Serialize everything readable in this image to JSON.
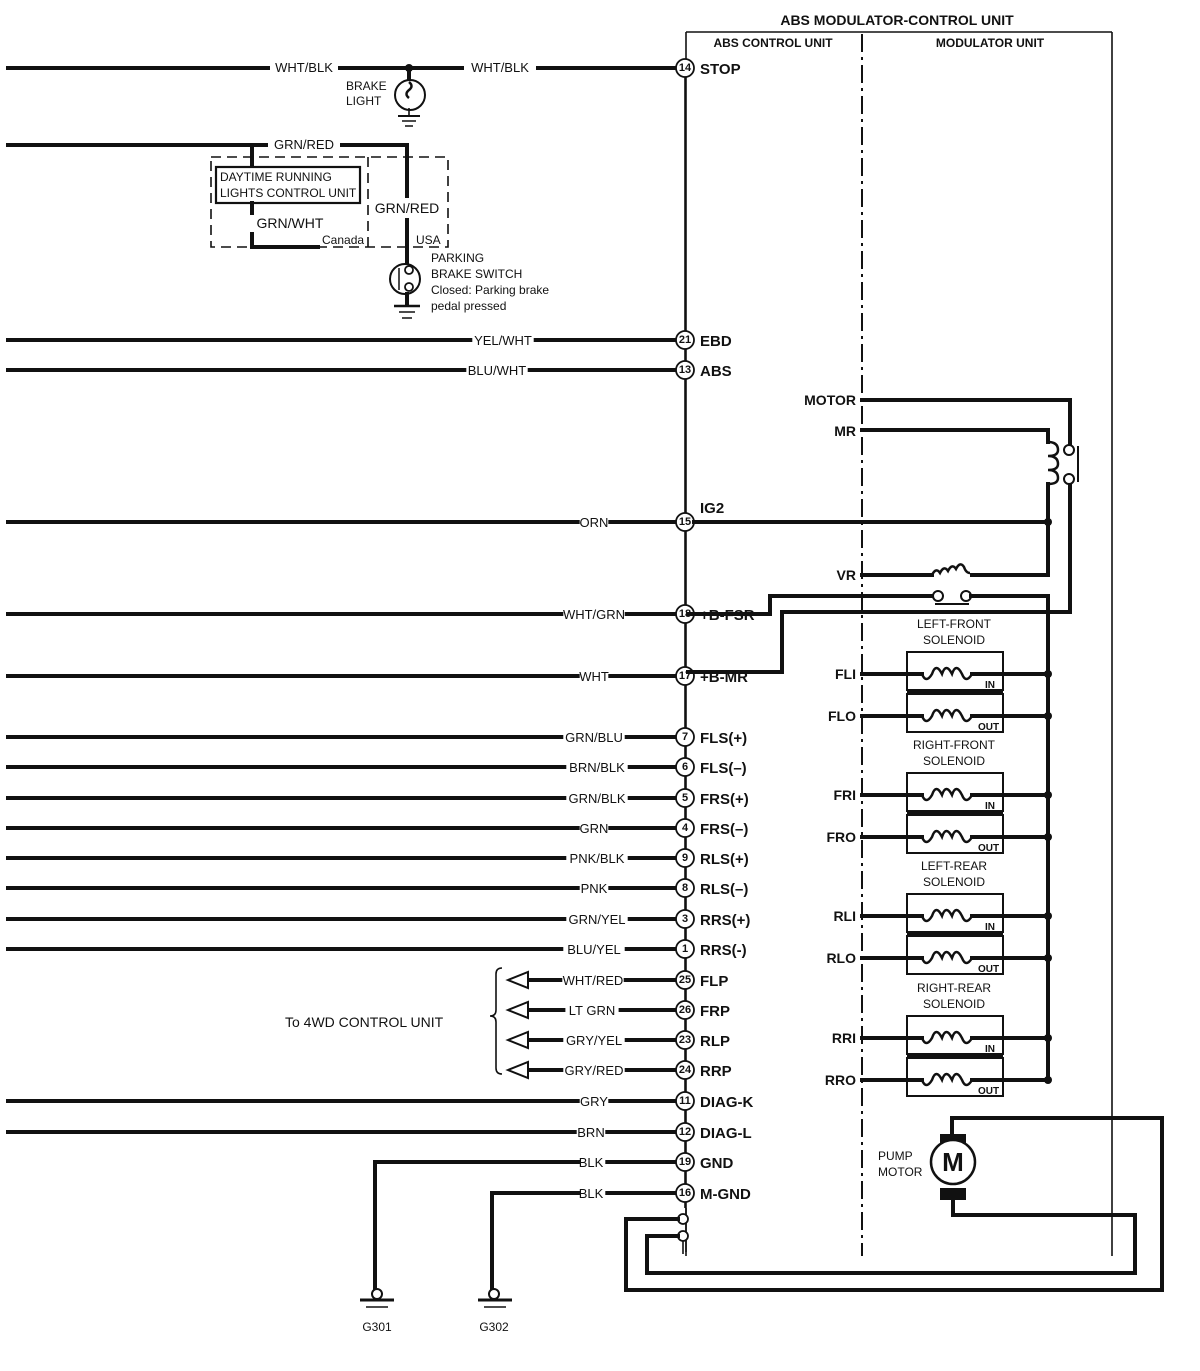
{
  "title": "ABS MODULATOR-CONTROL UNIT",
  "sections": {
    "control": "ABS CONTROL UNIT",
    "modulator": "MODULATOR UNIT"
  },
  "components": {
    "brake_light": [
      "BRAKE",
      "LIGHT"
    ],
    "drl_unit": [
      "DAYTIME RUNNING",
      "LIGHTS CONTROL UNIT"
    ],
    "parking_switch": [
      "PARKING",
      "BRAKE SWITCH",
      "Closed: Parking brake",
      "pedal pressed"
    ],
    "region_canada": "Canada",
    "region_usa": "USA",
    "drl_wire": "GRN/WHT",
    "usa_wire": "GRN/RED",
    "to_4wd": "To 4WD CONTROL UNIT",
    "pump_motor": [
      "PUMP",
      "MOTOR"
    ],
    "motor_symbol": "M",
    "grounds": [
      "G301",
      "G302"
    ]
  },
  "top_wires": {
    "stop_left": "WHT/BLK",
    "stop_right": "WHT/BLK",
    "grn_red": "GRN/RED"
  },
  "pins": [
    {
      "num": "14",
      "name": "STOP",
      "wire": ""
    },
    {
      "num": "21",
      "name": "EBD",
      "wire": "YEL/WHT"
    },
    {
      "num": "13",
      "name": "ABS",
      "wire": "BLU/WHT"
    },
    {
      "num": "15",
      "name": "IG2",
      "wire": "ORN"
    },
    {
      "num": "18",
      "name": "+B-FSR",
      "wire": "WHT/GRN"
    },
    {
      "num": "17",
      "name": "+B-MR",
      "wire": "WHT"
    },
    {
      "num": "7",
      "name": "FLS(+)",
      "wire": "GRN/BLU"
    },
    {
      "num": "6",
      "name": "FLS(–)",
      "wire": "BRN/BLK"
    },
    {
      "num": "5",
      "name": "FRS(+)",
      "wire": "GRN/BLK"
    },
    {
      "num": "4",
      "name": "FRS(–)",
      "wire": "GRN"
    },
    {
      "num": "9",
      "name": "RLS(+)",
      "wire": "PNK/BLK"
    },
    {
      "num": "8",
      "name": "RLS(–)",
      "wire": "PNK"
    },
    {
      "num": "3",
      "name": "RRS(+)",
      "wire": "GRN/YEL"
    },
    {
      "num": "1",
      "name": "RRS(-)",
      "wire": "BLU/YEL"
    },
    {
      "num": "25",
      "name": "FLP",
      "wire": "WHT/RED"
    },
    {
      "num": "26",
      "name": "FRP",
      "wire": "LT GRN"
    },
    {
      "num": "23",
      "name": "RLP",
      "wire": "GRY/YEL"
    },
    {
      "num": "24",
      "name": "RRP",
      "wire": "GRY/RED"
    },
    {
      "num": "11",
      "name": "DIAG-K",
      "wire": "GRY"
    },
    {
      "num": "12",
      "name": "DIAG-L",
      "wire": "BRN"
    },
    {
      "num": "19",
      "name": "GND",
      "wire": "BLK"
    },
    {
      "num": "16",
      "name": "M-GND",
      "wire": "BLK"
    }
  ],
  "modulator_terminals": {
    "motor": "MOTOR",
    "mr": "MR",
    "vr": "VR"
  },
  "solenoids": [
    {
      "title": [
        "LEFT-FRONT",
        "SOLENOID"
      ],
      "in_term": "FLI",
      "out_term": "FLO"
    },
    {
      "title": [
        "RIGHT-FRONT",
        "SOLENOID"
      ],
      "in_term": "FRI",
      "out_term": "FRO"
    },
    {
      "title": [
        "LEFT-REAR",
        "SOLENOID"
      ],
      "in_term": "RLI",
      "out_term": "RLO"
    },
    {
      "title": [
        "RIGHT-REAR",
        "SOLENOID"
      ],
      "in_term": "RRI",
      "out_term": "RRO"
    }
  ],
  "solenoid_tags": {
    "in": "IN",
    "out": "OUT"
  }
}
